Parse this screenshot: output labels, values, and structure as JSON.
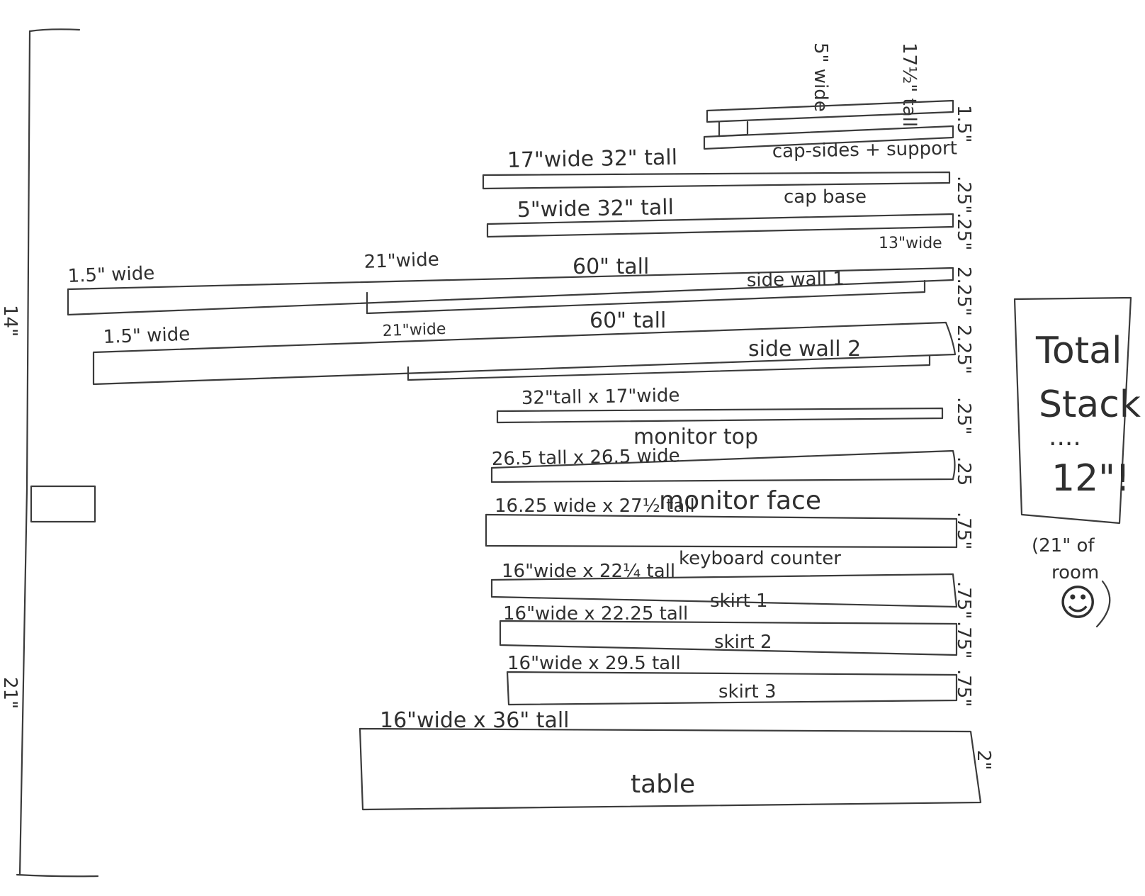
{
  "stack_height_label": "14\"",
  "lower_height_label": "21\"",
  "top_annotation": {
    "width": "5\" wide",
    "height": "17½\" tall"
  },
  "pieces": [
    {
      "label": "cap-sides + support",
      "size": "",
      "thickness": "1.5\""
    },
    {
      "label": "cap base",
      "size": "17\"wide 32\" tall",
      "thickness": ".25\""
    },
    {
      "label": "",
      "size": "5\"wide 32\" tall",
      "thickness": ".25\""
    },
    {
      "label": "side wall 1",
      "size": "60\" tall",
      "markers": [
        "1.5\" wide",
        "21\"wide",
        "13\"wide"
      ],
      "thickness": "2.25\""
    },
    {
      "label": "side wall 2",
      "size": "60\" tall",
      "markers": [
        "1.5\" wide",
        "21\"wide"
      ],
      "thickness": "2.25\""
    },
    {
      "label": "monitor top",
      "size": "32\"tall x 17\"wide",
      "thickness": ".25\""
    },
    {
      "label": "monitor face",
      "size": "26.5 tall x 26.5 wide",
      "thickness": ".25"
    },
    {
      "label": "keyboard counter",
      "size": "16.25 wide x 27½ tall",
      "thickness": ".75\""
    },
    {
      "label": "skirt 1",
      "size": "16\"wide x 22¼ tall",
      "thickness": ".75\""
    },
    {
      "label": "skirt 2",
      "size": "16\"wide x 22.25 tall",
      "thickness": ".75\""
    },
    {
      "label": "skirt 3",
      "size": "16\"wide x 29.5 tall",
      "thickness": ".75\""
    },
    {
      "label": "table",
      "size": "16\"wide x 36\" tall",
      "thickness": "2\""
    }
  ],
  "total_box": {
    "line1": "Total",
    "line2": "Stack",
    "dots": "....",
    "value": "12\"!"
  },
  "room_note": {
    "line1": "(21\" of",
    "line2": "room",
    "smile": "☺"
  }
}
